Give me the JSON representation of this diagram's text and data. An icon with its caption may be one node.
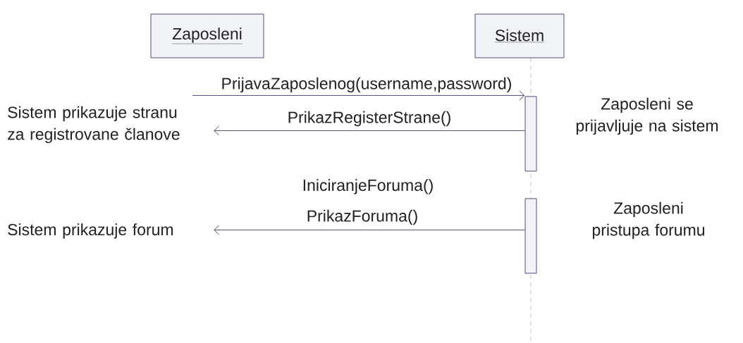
{
  "diagram": {
    "nodes": [
      {
        "text": [
          "Zaposleni"
        ]
      },
      {
        "text": [
          "Sistem"
        ]
      },
      {
        "text": [],
        "shape": "bar"
      },
      {
        "text": [],
        "shape": "bar"
      }
    ],
    "edges": [
      {
        "from": null,
        "to": 2,
        "arrow": "to",
        "label": "PrijavaZaposlenog(username,password)"
      },
      {
        "from": 2,
        "to": null,
        "arrow": "to",
        "label": "PrikazRegisterStrane()"
      },
      {
        "from": 3,
        "to": null,
        "arrow": "to",
        "label": "PrikazForuma()"
      }
    ],
    "labels": [
      "Zaposleni se prijavljuje na sistem",
      "Sistem prikazuje stranu za registrovane članove",
      "IniciranjeForuma()",
      "Zaposleni pristupa forumu",
      "Sistem prikazuje forum"
    ]
  }
}
